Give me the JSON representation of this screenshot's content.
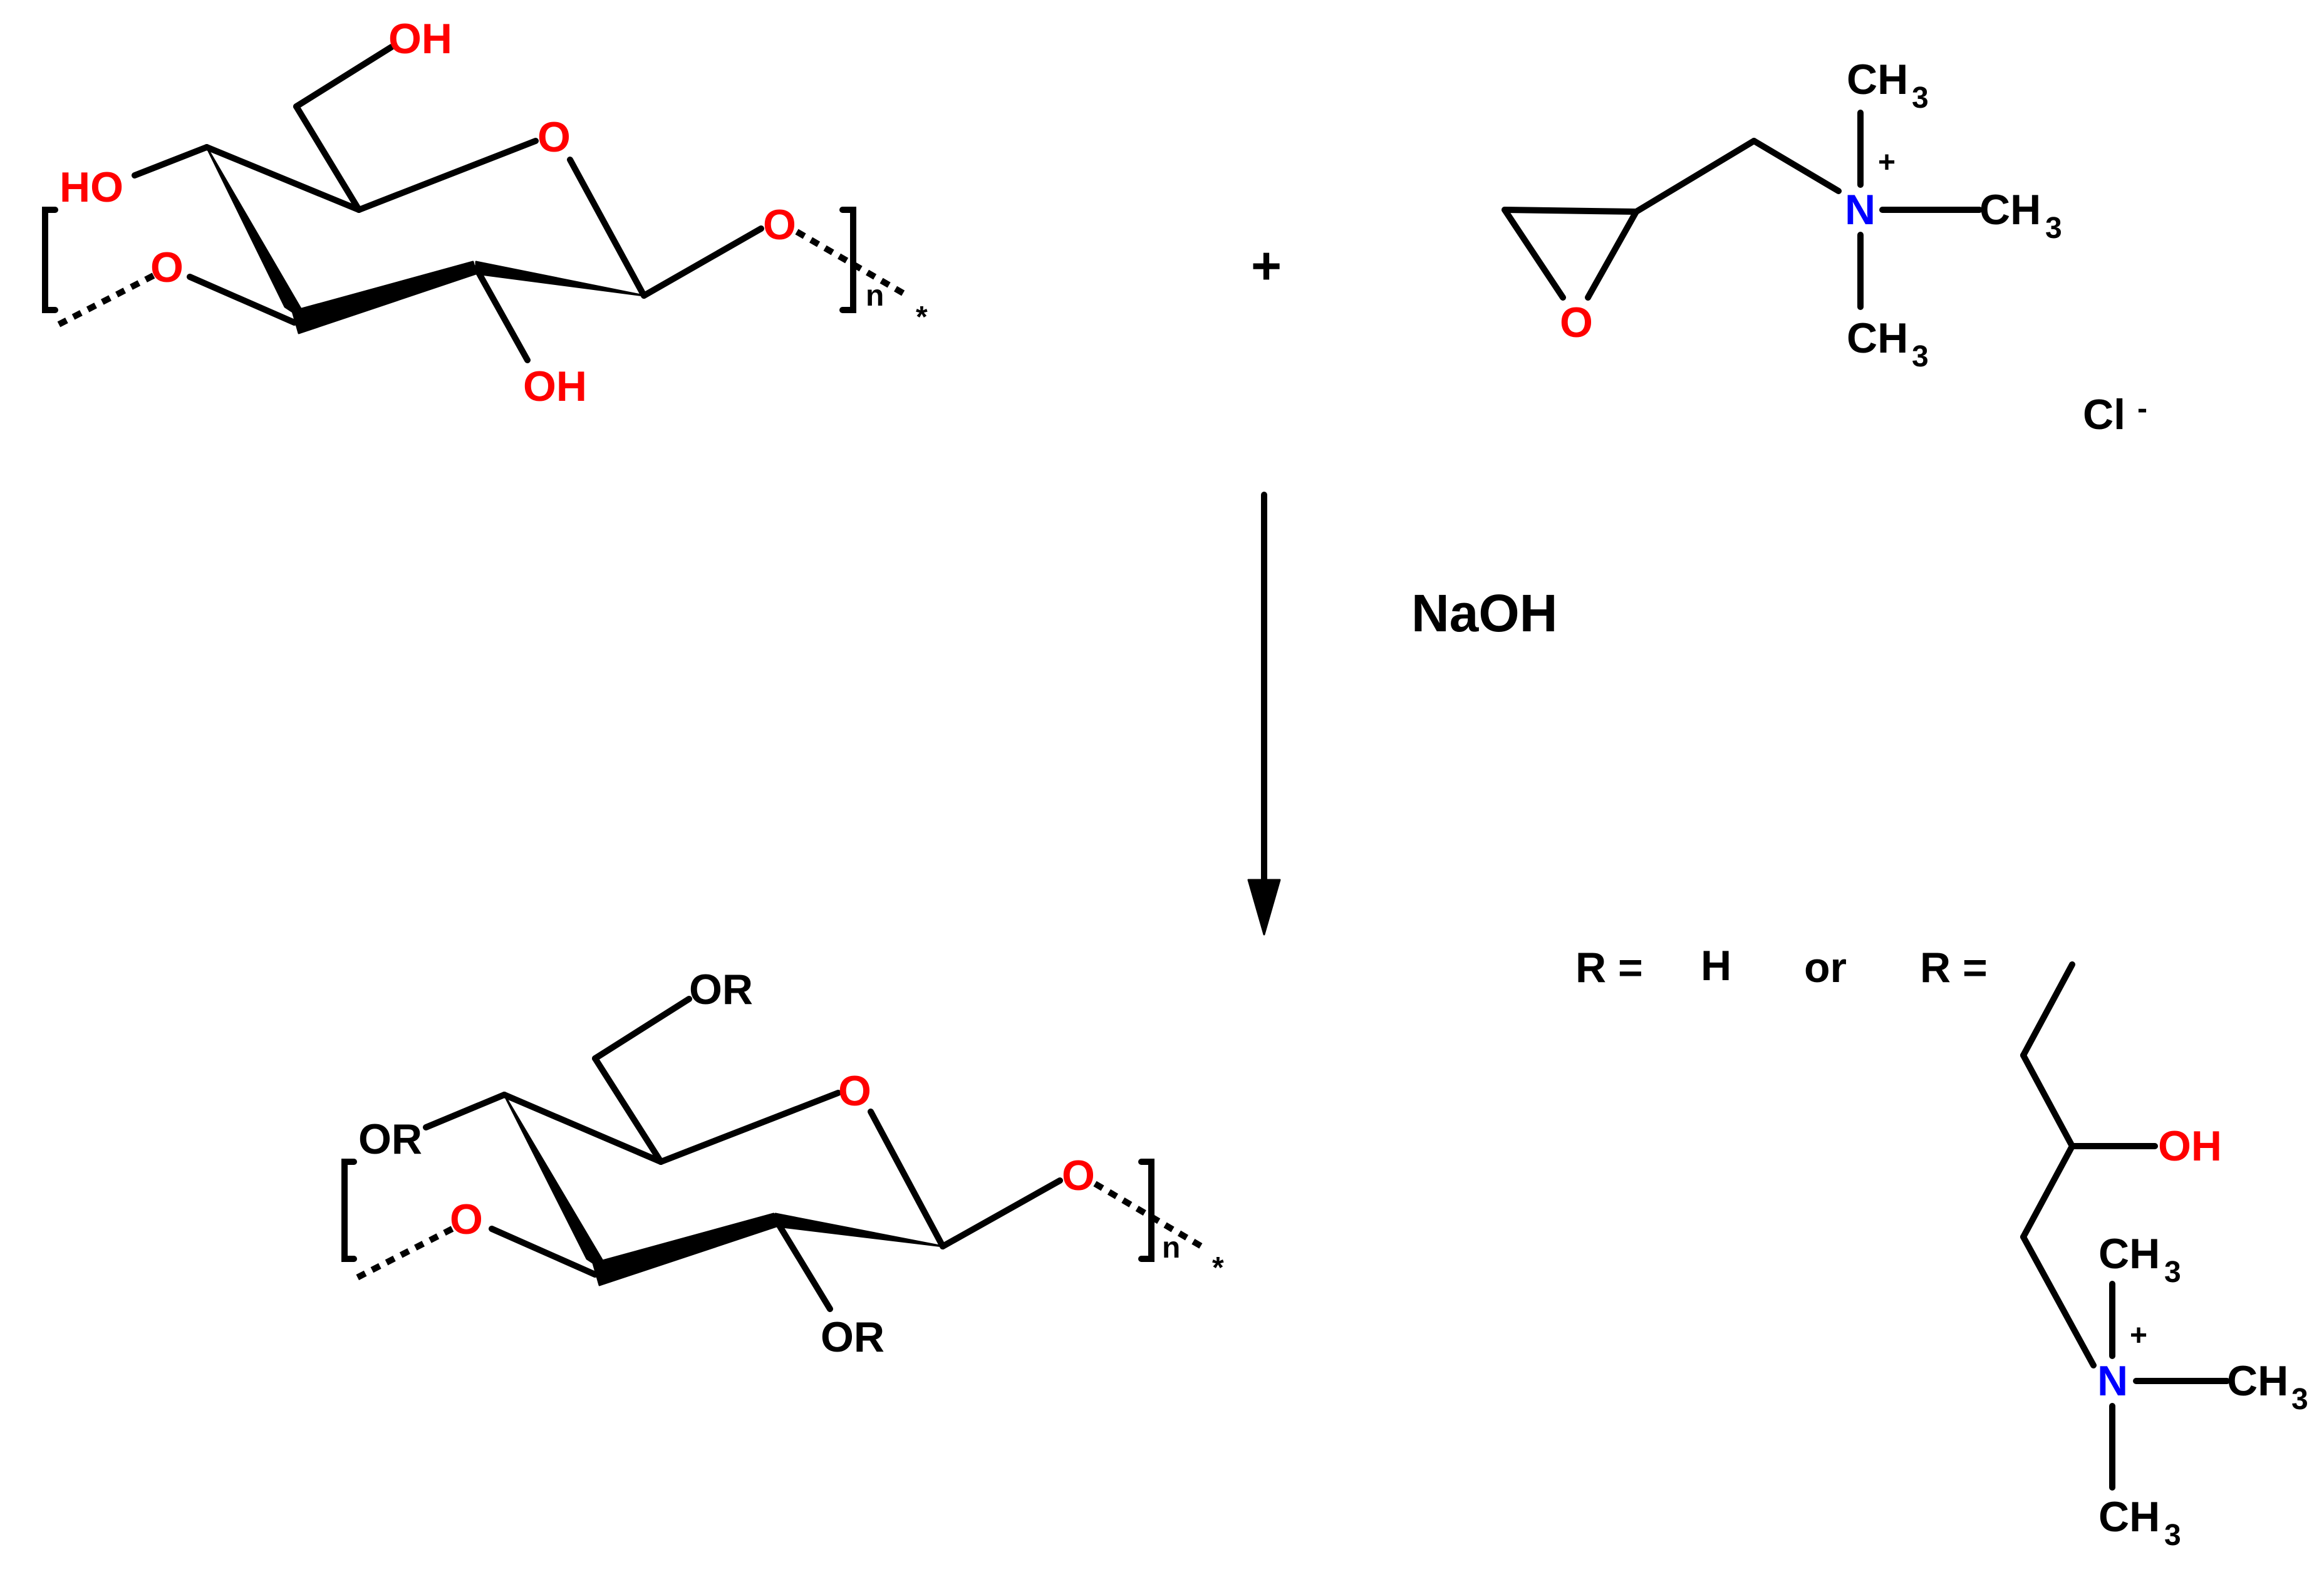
{
  "scheme": {
    "reactant1": {
      "oh_primary": "OH",
      "oh_left": "HO",
      "oh_bottom": "OH",
      "ring_o": "O",
      "glyco_o_left": "O",
      "glyco_o_right": "O",
      "repeat_n": "n",
      "end_star": "*"
    },
    "plus_sign": "+",
    "reagent2": {
      "epoxide_o": "O",
      "n_atom": "N",
      "charge": "+",
      "methyl_top": "CH",
      "methyl_right": "CH",
      "methyl_bottom": "CH",
      "subscript": "3",
      "counter_ion": "Cl",
      "counter_charge": "-"
    },
    "condition": "NaOH",
    "product": {
      "or_primary": "OR",
      "or_left": "OR",
      "or_bottom": "OR",
      "ring_o": "O",
      "glyco_o_left": "O",
      "glyco_o_right": "O",
      "repeat_n": "n",
      "end_star": "*"
    },
    "r_definition": {
      "r_eq_1": "R =",
      "h": "H",
      "or_word": "or",
      "r_eq_2": "R =",
      "oh": "OH",
      "n_atom": "N",
      "charge": "+",
      "methyl_top": "CH",
      "methyl_right": "CH",
      "methyl_bottom": "CH",
      "subscript": "3"
    },
    "colors": {
      "oxygen": "#ff0000",
      "nitrogen": "#0000ff",
      "carbon": "#000000"
    }
  }
}
